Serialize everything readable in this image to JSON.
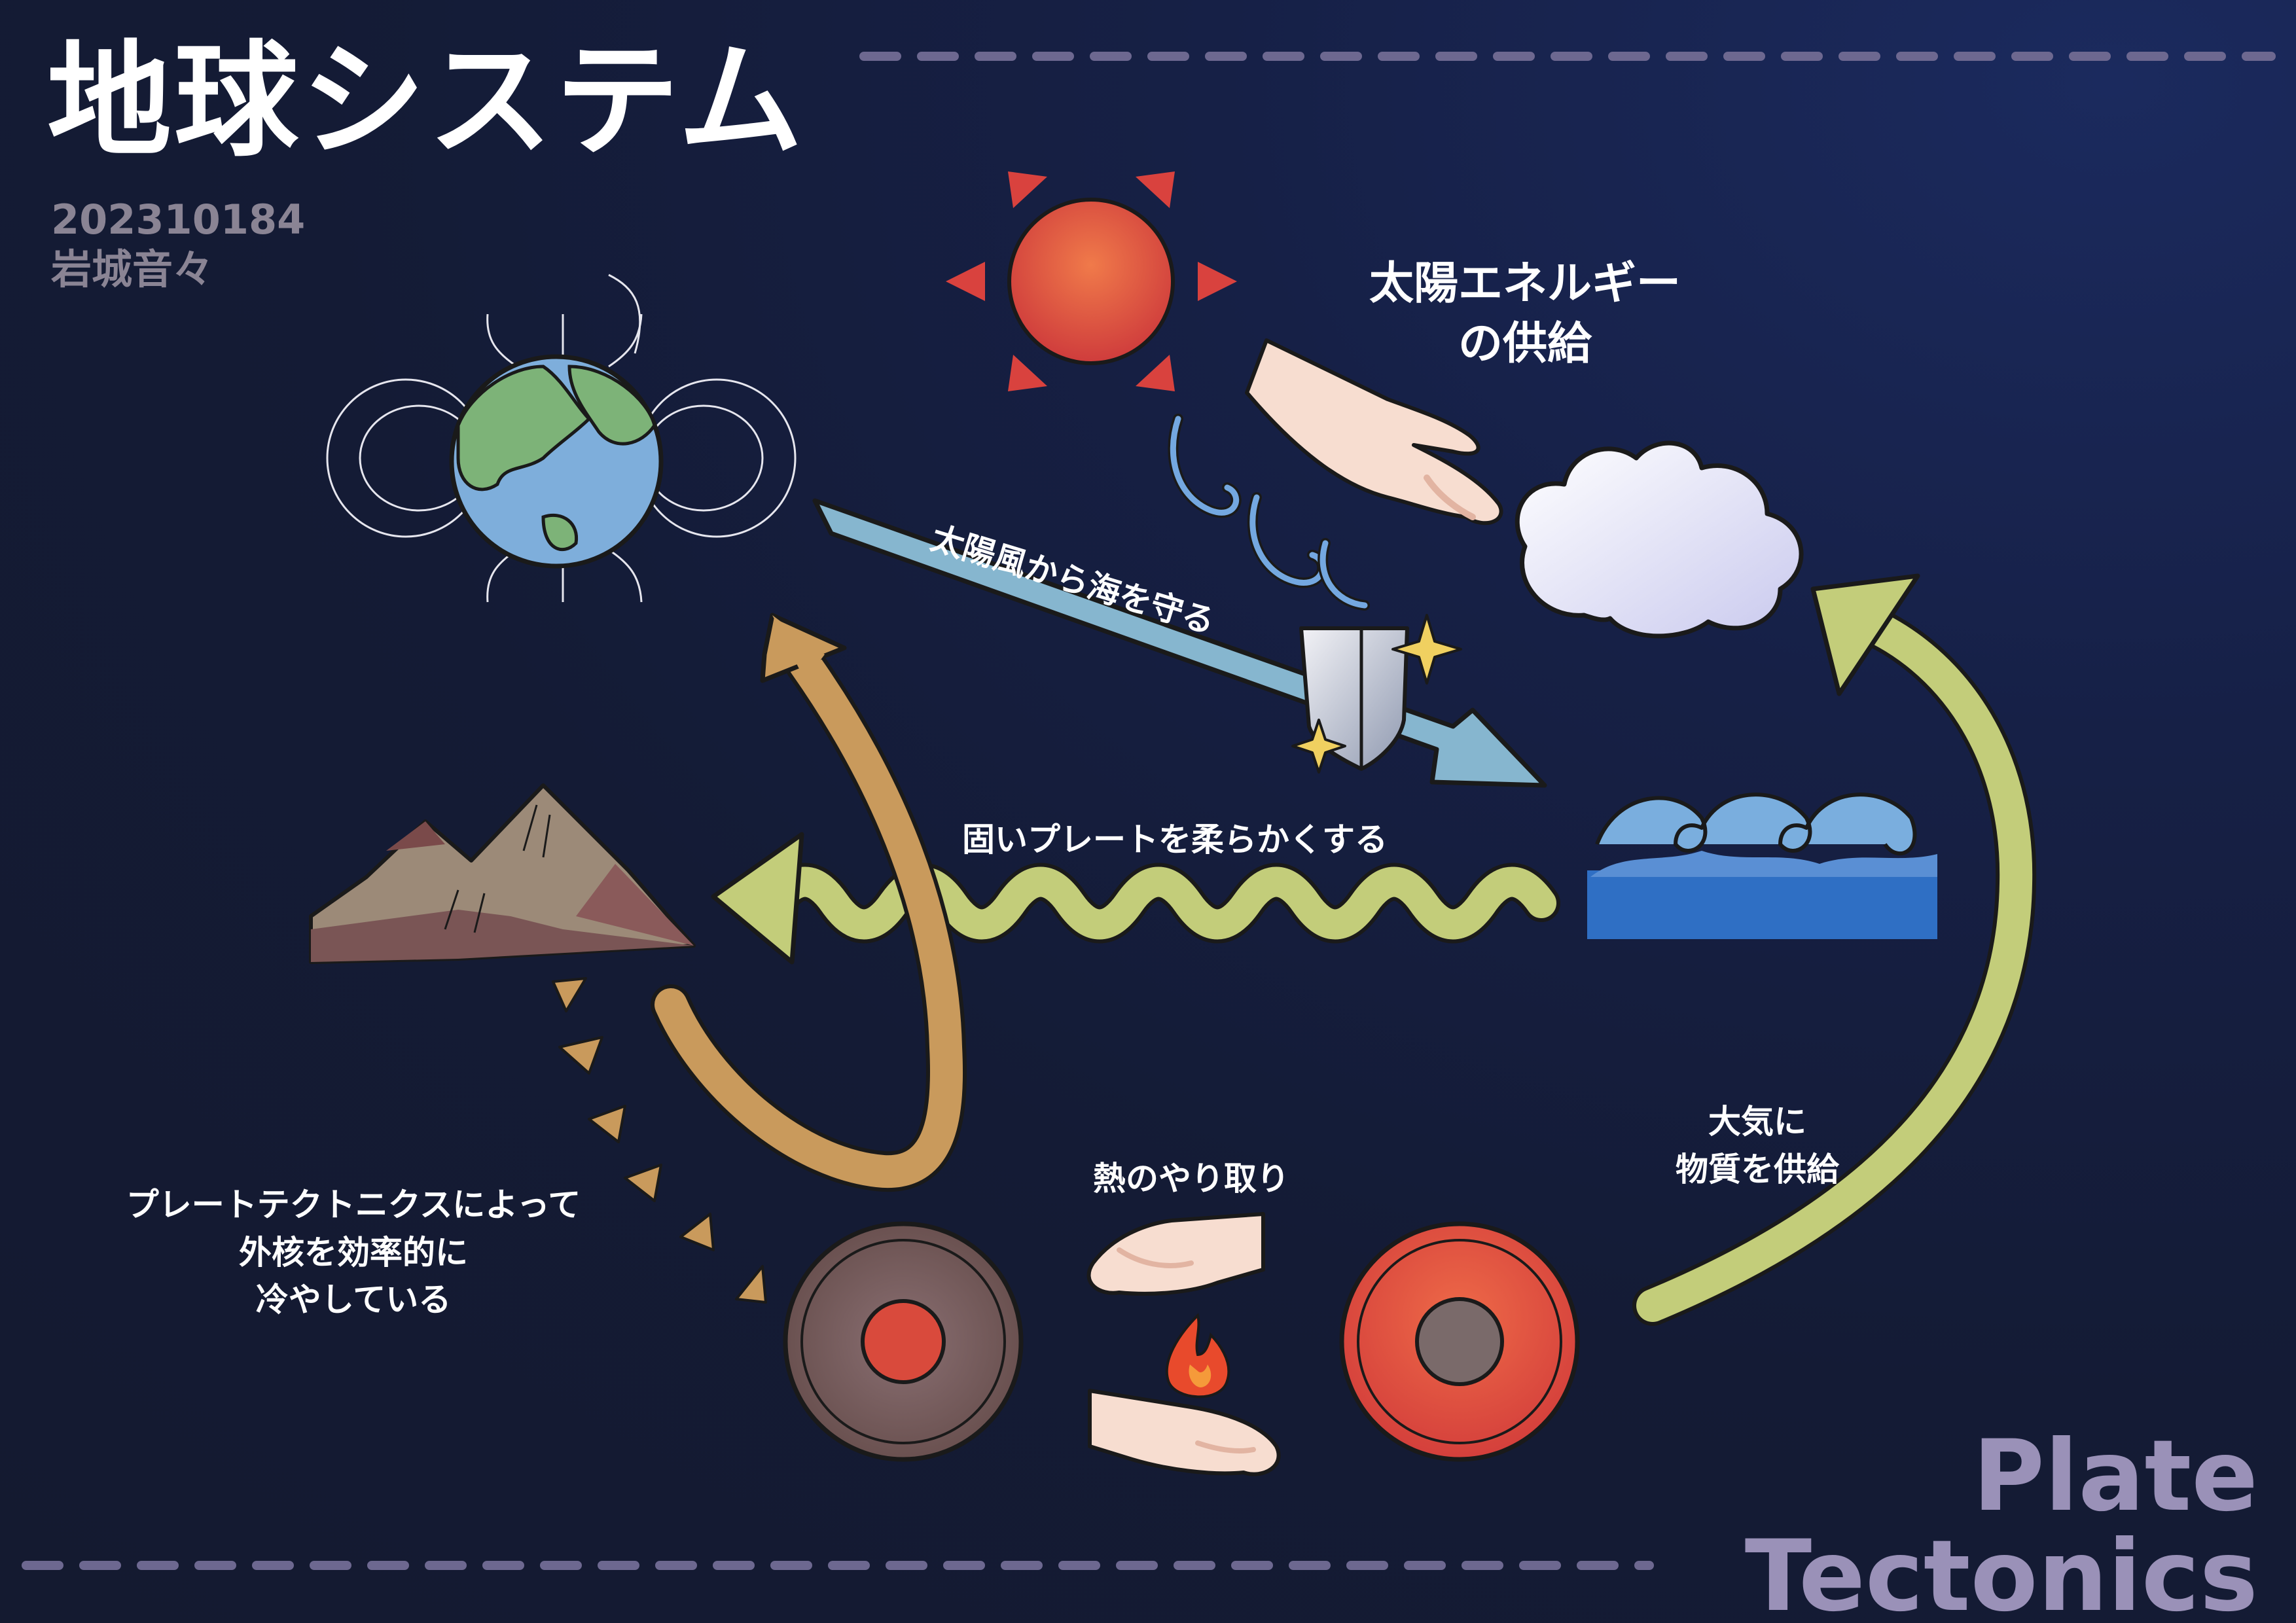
{
  "header": {
    "title": "地球システム",
    "student_id": "202310184",
    "author": "岩城音々"
  },
  "labels": {
    "solar_energy": "太陽エネルギー\nの供給",
    "protect_ocean": "太陽風から海を守る",
    "soften_plate": "固いプレートを柔らかくする",
    "heat_exchange": "熱のやり取り",
    "supply_atmosphere": "大気に\n物質を供給",
    "cool_core": "プレートテクトニクスによって\n外核を効率的に\n冷やしている"
  },
  "watermark": {
    "line1": "Plate",
    "line2": "Tectonics"
  },
  "icons": [
    "sun-icon",
    "earth-magnetosphere-icon",
    "hand-icon",
    "cloud-icon",
    "shield-icon",
    "sparkle-icon",
    "wind-icon",
    "ocean-wave-icon",
    "mountain-icon",
    "core-icon",
    "flame-icon",
    "arrow-icon"
  ],
  "colors": {
    "background": "#141a33",
    "sun": "#e35b45",
    "ocean": "#2f6fc4",
    "blue_arrow": "#86b6cf",
    "green_arrow": "#c3cd7a",
    "brown_arrow": "#c99a5c",
    "mountain": "#9c8a78",
    "core_red": "#d94a3c",
    "core_grey": "#7a6a6a",
    "watermark": "#9a91b8"
  }
}
